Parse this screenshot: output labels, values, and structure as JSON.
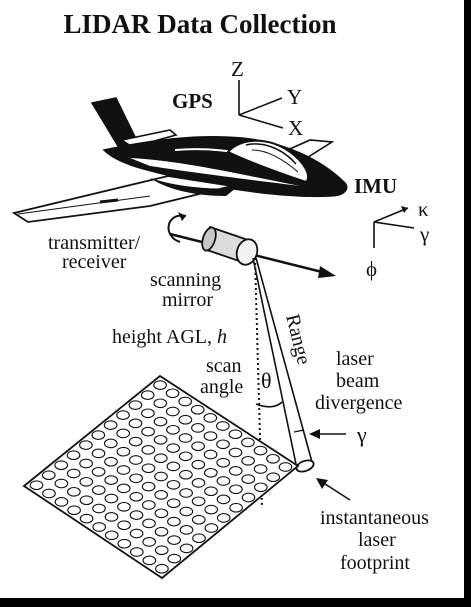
{
  "diagram": {
    "title": "LIDAR Data Collection",
    "labels": {
      "gps": "GPS",
      "imu": "IMU",
      "axis_z": "Z",
      "axis_y": "Y",
      "axis_x": "X",
      "imu_kappa": "κ",
      "imu_gamma": "γ",
      "imu_phi": "ϕ",
      "transmitter_line1": "transmitter/",
      "transmitter_line2": "receiver",
      "mirror_line1": "scanning",
      "mirror_line2": "mirror",
      "height_prefix": "height AGL, ",
      "height_symbol": "h",
      "range": "Range",
      "scan_line1": "scan",
      "scan_line2": "angle",
      "theta": "θ",
      "divergence_line1": "laser",
      "divergence_line2": "beam",
      "divergence_line3": "divergence",
      "divergence_symbol": "γ",
      "footprint_line1": "instantaneous",
      "footprint_line2": "laser",
      "footprint_line3": "footprint"
    },
    "footprint_grid": {
      "rows": 11,
      "cols": 11
    },
    "colors": {
      "ink": "#111111",
      "paper": "#ffffff",
      "frame_shadow": "#000000"
    }
  }
}
